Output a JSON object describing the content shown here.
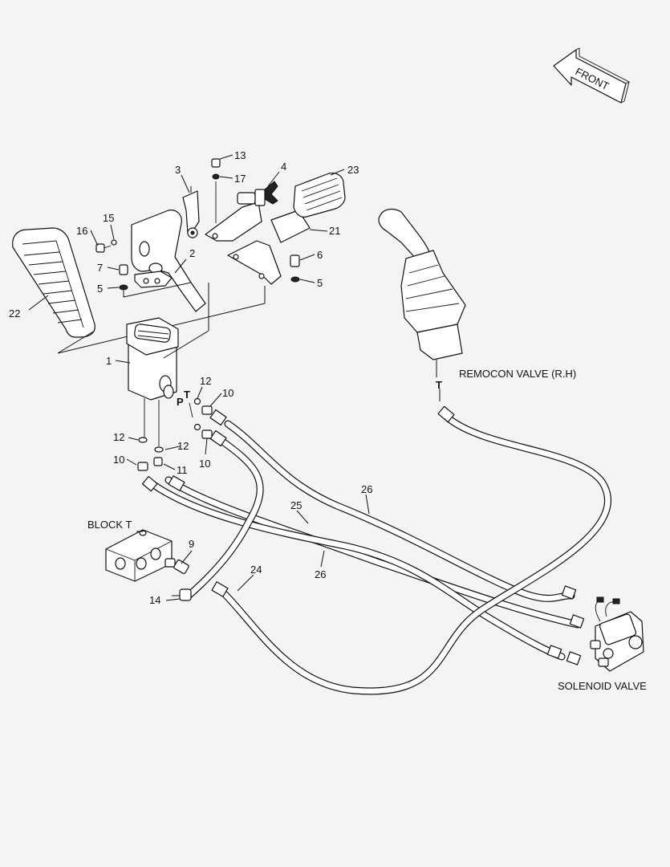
{
  "labels": {
    "front": "FRONT",
    "remocon_valve": "REMOCON VALVE (R.H)",
    "block_t": "BLOCK T",
    "solenoid_valve": "SOLENOID VALVE",
    "port_t_top": "T",
    "port_p": "P",
    "port_t": "T"
  },
  "callouts": {
    "c1": "1",
    "c2": "2",
    "c3": "3",
    "c4": "4",
    "c5a": "5",
    "c5b": "5",
    "c6": "6",
    "c7": "7",
    "c9": "9",
    "c10a": "10",
    "c10b": "10",
    "c10c": "10",
    "c11": "11",
    "c12a": "12",
    "c12b": "12",
    "c12c": "12",
    "c13": "13",
    "c14": "14",
    "c15": "15",
    "c16": "16",
    "c17": "17",
    "c21": "21",
    "c22": "22",
    "c23": "23",
    "c24": "24",
    "c25": "25",
    "c26a": "26",
    "c26b": "26"
  }
}
